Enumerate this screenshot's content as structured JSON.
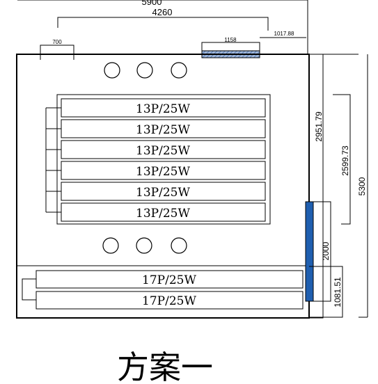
{
  "dimensions": {
    "top_overall": "5900",
    "top_overall_note": "",
    "top_inner": "4260",
    "left_gap": "700",
    "window_width": "1158",
    "right_offset": "1017.88",
    "vert_2951": "2951.79",
    "vert_2599": "2599.73",
    "vert_5300": "5300",
    "vert_2000": "2000",
    "vert_1081": "1081.51"
  },
  "upper_units": [
    {
      "label": "13P/25W"
    },
    {
      "label": "13P/25W"
    },
    {
      "label": "13P/25W"
    },
    {
      "label": "13P/25W"
    },
    {
      "label": "13P/25W"
    },
    {
      "label": "13P/25W"
    }
  ],
  "lower_units": [
    {
      "label": "17P/25W"
    },
    {
      "label": "17P/25W"
    }
  ],
  "caption": "方案一",
  "colors": {
    "line": "#000000",
    "door_blue": "#1f5fb0",
    "window_hatch": "#6f8fc0"
  }
}
